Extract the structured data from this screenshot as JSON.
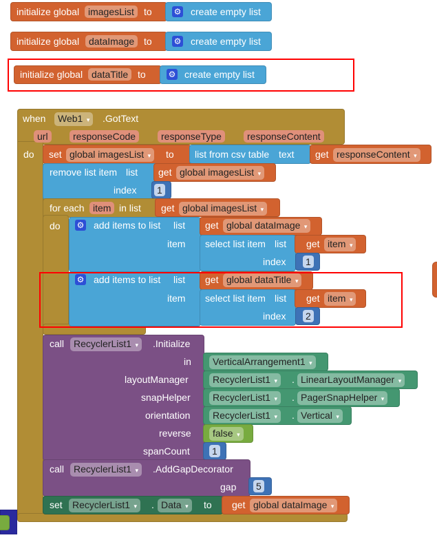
{
  "globals": [
    {
      "keyword": "initialize global",
      "name": "imagesList",
      "to": "to",
      "value": "create empty list"
    },
    {
      "keyword": "initialize global",
      "name": "dataImage",
      "to": "to",
      "value": "create empty list"
    },
    {
      "keyword": "initialize global",
      "name": "dataTitle",
      "to": "to",
      "value": "create empty list"
    }
  ],
  "event": {
    "when": "when",
    "component": "Web1",
    "name": ".GotText",
    "params": [
      "url",
      "responseCode",
      "responseType",
      "responseContent"
    ],
    "do": "do"
  },
  "set1": {
    "set": "set",
    "var": "global imagesList",
    "to": "to",
    "csv": "list from csv table",
    "text": "text",
    "get": "get",
    "arg": "responseContent"
  },
  "remove": {
    "label": "remove list item",
    "list": "list",
    "get": "get",
    "var": "global imagesList",
    "index": "index",
    "num": "1"
  },
  "foreach": {
    "label": "for each",
    "item": "item",
    "inlist": "in list",
    "get": "get",
    "var": "global imagesList",
    "do": "do"
  },
  "add1": {
    "label": "add items to list",
    "list": "list",
    "get": "get",
    "var": "global dataImage",
    "item": "item",
    "select": "select list item",
    "slist": "list",
    "get2": "get",
    "var2": "item",
    "index": "index",
    "num": "1"
  },
  "add2": {
    "label": "add items to list",
    "list": "list",
    "get": "get",
    "var": "global dataTitle",
    "item": "item",
    "select": "select list item",
    "slist": "list",
    "get2": "get",
    "var2": "item",
    "index": "index",
    "num": "2"
  },
  "init": {
    "call": "call",
    "component": "RecyclerList1",
    "method": ".Initialize",
    "args": [
      {
        "label": "in",
        "value": "VerticalArrangement1"
      },
      {
        "label": "layoutManager",
        "value": "RecyclerList1",
        "prop": "LinearLayoutManager"
      },
      {
        "label": "snapHelper",
        "value": "RecyclerList1",
        "prop": "PagerSnapHelper"
      },
      {
        "label": "orientation",
        "value": "RecyclerList1",
        "prop": "Vertical"
      },
      {
        "label": "reverse",
        "value": "false"
      },
      {
        "label": "spanCount",
        "value": "1"
      }
    ],
    "dot": "."
  },
  "gap": {
    "call": "call",
    "component": "RecyclerList1",
    "method": ".AddGapDecorator",
    "label": "gap",
    "value": "5"
  },
  "set2": {
    "set": "set",
    "component": "RecyclerList1",
    "dot": ".",
    "prop": "Data",
    "to": "to",
    "get": "get",
    "var": "global dataImage"
  }
}
